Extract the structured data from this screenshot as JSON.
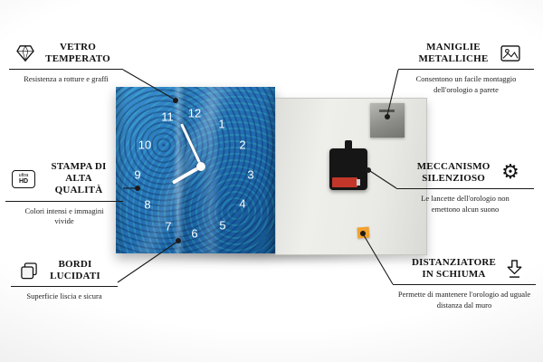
{
  "features": [
    {
      "id": "vetro-temperato",
      "icon": "diamond-icon",
      "title": "VETRO TEMPERATO",
      "subtitle": "Resistenza a rotture e graffi"
    },
    {
      "id": "stampa-alta-qualita",
      "icon": "ultra-hd-icon",
      "icon_line1": "ultra",
      "icon_line2": "HD",
      "title": "STAMPA DI ALTA QUALITÀ",
      "subtitle": "Colori intensi e immagini vivide"
    },
    {
      "id": "bordi-lucidati",
      "icon": "layers-icon",
      "title": "BORDI LUCIDATI",
      "subtitle": "Superficie liscia e sicura"
    },
    {
      "id": "maniglie-metalliche",
      "icon": "picture-icon",
      "title": "MANIGLIE METALLICHE",
      "subtitle": "Consentono un facile montaggio dell'orologio a parete"
    },
    {
      "id": "meccanismo-silenzioso",
      "icon": "gear-icon",
      "title": "MECCANISMO SILENZIOSO",
      "subtitle": "Le lancette dell'orologio non emettono alcun suono"
    },
    {
      "id": "distanziatore-schiuma",
      "icon": "arrow-down-icon",
      "title": "DISTANZIATORE IN SCHIUMA",
      "subtitle": "Permette di mantenere l'orologio ad uguale distanza dal muro"
    }
  ],
  "icons": {
    "gear_glyph": "⚙"
  },
  "clock": {
    "numbers": [
      "11",
      "12",
      "1",
      "2",
      "3",
      "4",
      "5",
      "6",
      "7",
      "8",
      "9",
      "10"
    ]
  },
  "colors": {
    "face_blue": "#2a78bd",
    "pattern_teal": "#46e1cd",
    "back_panel": "#e9e9e5",
    "mechanism_black": "#161616",
    "battery_red": "#c2372a",
    "foam_orange": "#f1a12f",
    "metal_gray": "#8d8d89",
    "line_black": "#1a1a1a"
  }
}
